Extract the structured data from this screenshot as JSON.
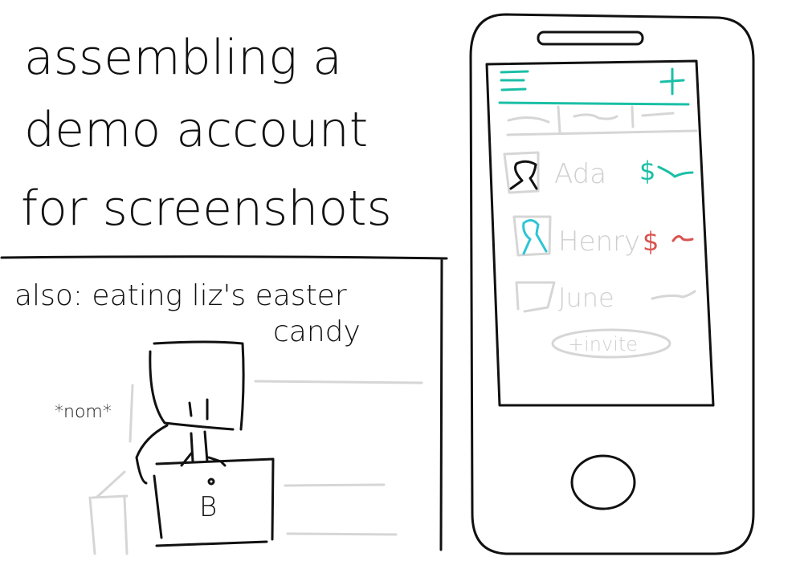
{
  "title": {
    "lines": [
      "assembling a",
      "demo account",
      "for screenshots"
    ]
  },
  "panel": {
    "caption_line1": "also: eating liz's easter",
    "caption_line2": "candy",
    "sound_effect": "*nom*",
    "laptop_logo": "B"
  },
  "phone": {
    "header": {
      "menu_icon": "hamburger-icon",
      "add_icon": "plus-icon",
      "accent": "#1abfa6"
    },
    "contacts": [
      {
        "name": "Ada",
        "amount_symbol": "$",
        "amount_color": "#1abfa6",
        "avatar_color": "#111111"
      },
      {
        "name": "Henry",
        "amount_symbol": "$",
        "amount_color": "#d9534f",
        "avatar_color": "#2ec4d6"
      },
      {
        "name": "June",
        "amount_symbol": "",
        "amount_color": "#cfcfcf",
        "avatar_color": "#cfcfcf"
      }
    ],
    "invite_label": "+invite"
  }
}
